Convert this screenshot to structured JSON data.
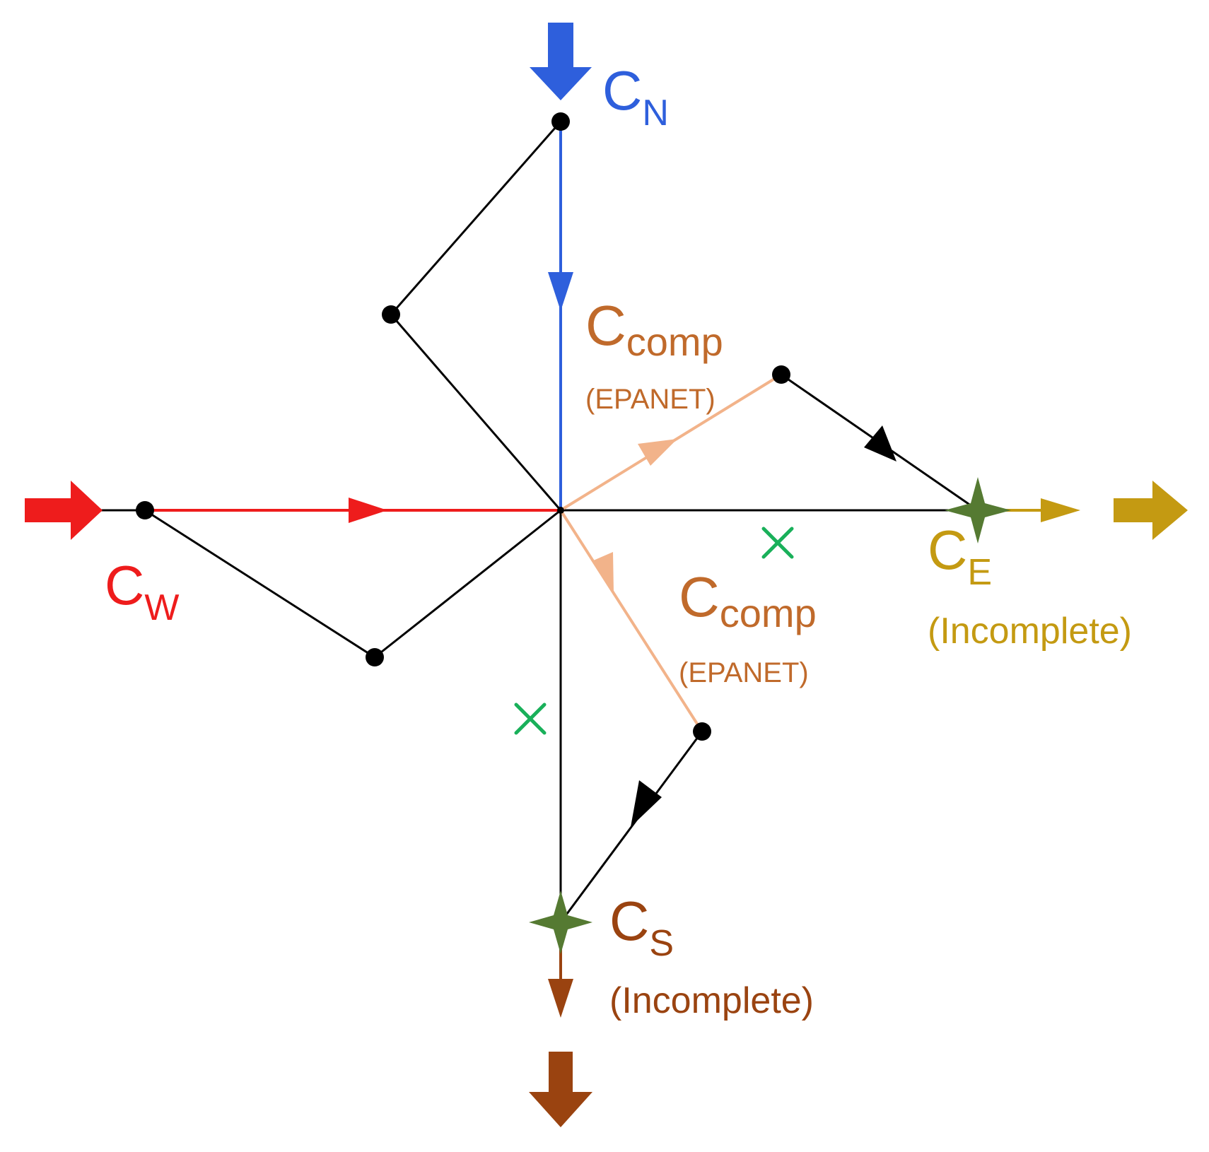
{
  "colors": {
    "north": "#2e5fdc",
    "west": "#ee1c1c",
    "east": "#c49a12",
    "south": "#9a4310",
    "comp": "#f2b38a",
    "comp_text": "#c06a2b",
    "node": "#000000",
    "mixing_star": "#557a32",
    "cross": "#19b05a",
    "pipe": "#000000"
  },
  "labels": {
    "north": {
      "main": "C",
      "sub": "N"
    },
    "west": {
      "main": "C",
      "sub": "W"
    },
    "east": {
      "main": "C",
      "sub": "E",
      "note": "(Incomplete)"
    },
    "south": {
      "main": "C",
      "sub": "S",
      "note": "(Incomplete)"
    },
    "comp_upper": {
      "main": "C",
      "sub": "comp",
      "note": "(EPANET)"
    },
    "comp_lower": {
      "main": "C",
      "sub": "comp",
      "note": "(EPANET)"
    }
  },
  "icons": {
    "inflow_north": "thick-down-arrow-icon",
    "inflow_west": "thick-right-arrow-icon",
    "outflow_east": "thick-right-arrow-icon",
    "outflow_south": "thick-down-arrow-icon",
    "mixing_east": "four-point-star-icon",
    "mixing_south": "four-point-star-icon",
    "excluded_east": "cross-icon",
    "excluded_south": "cross-icon"
  }
}
